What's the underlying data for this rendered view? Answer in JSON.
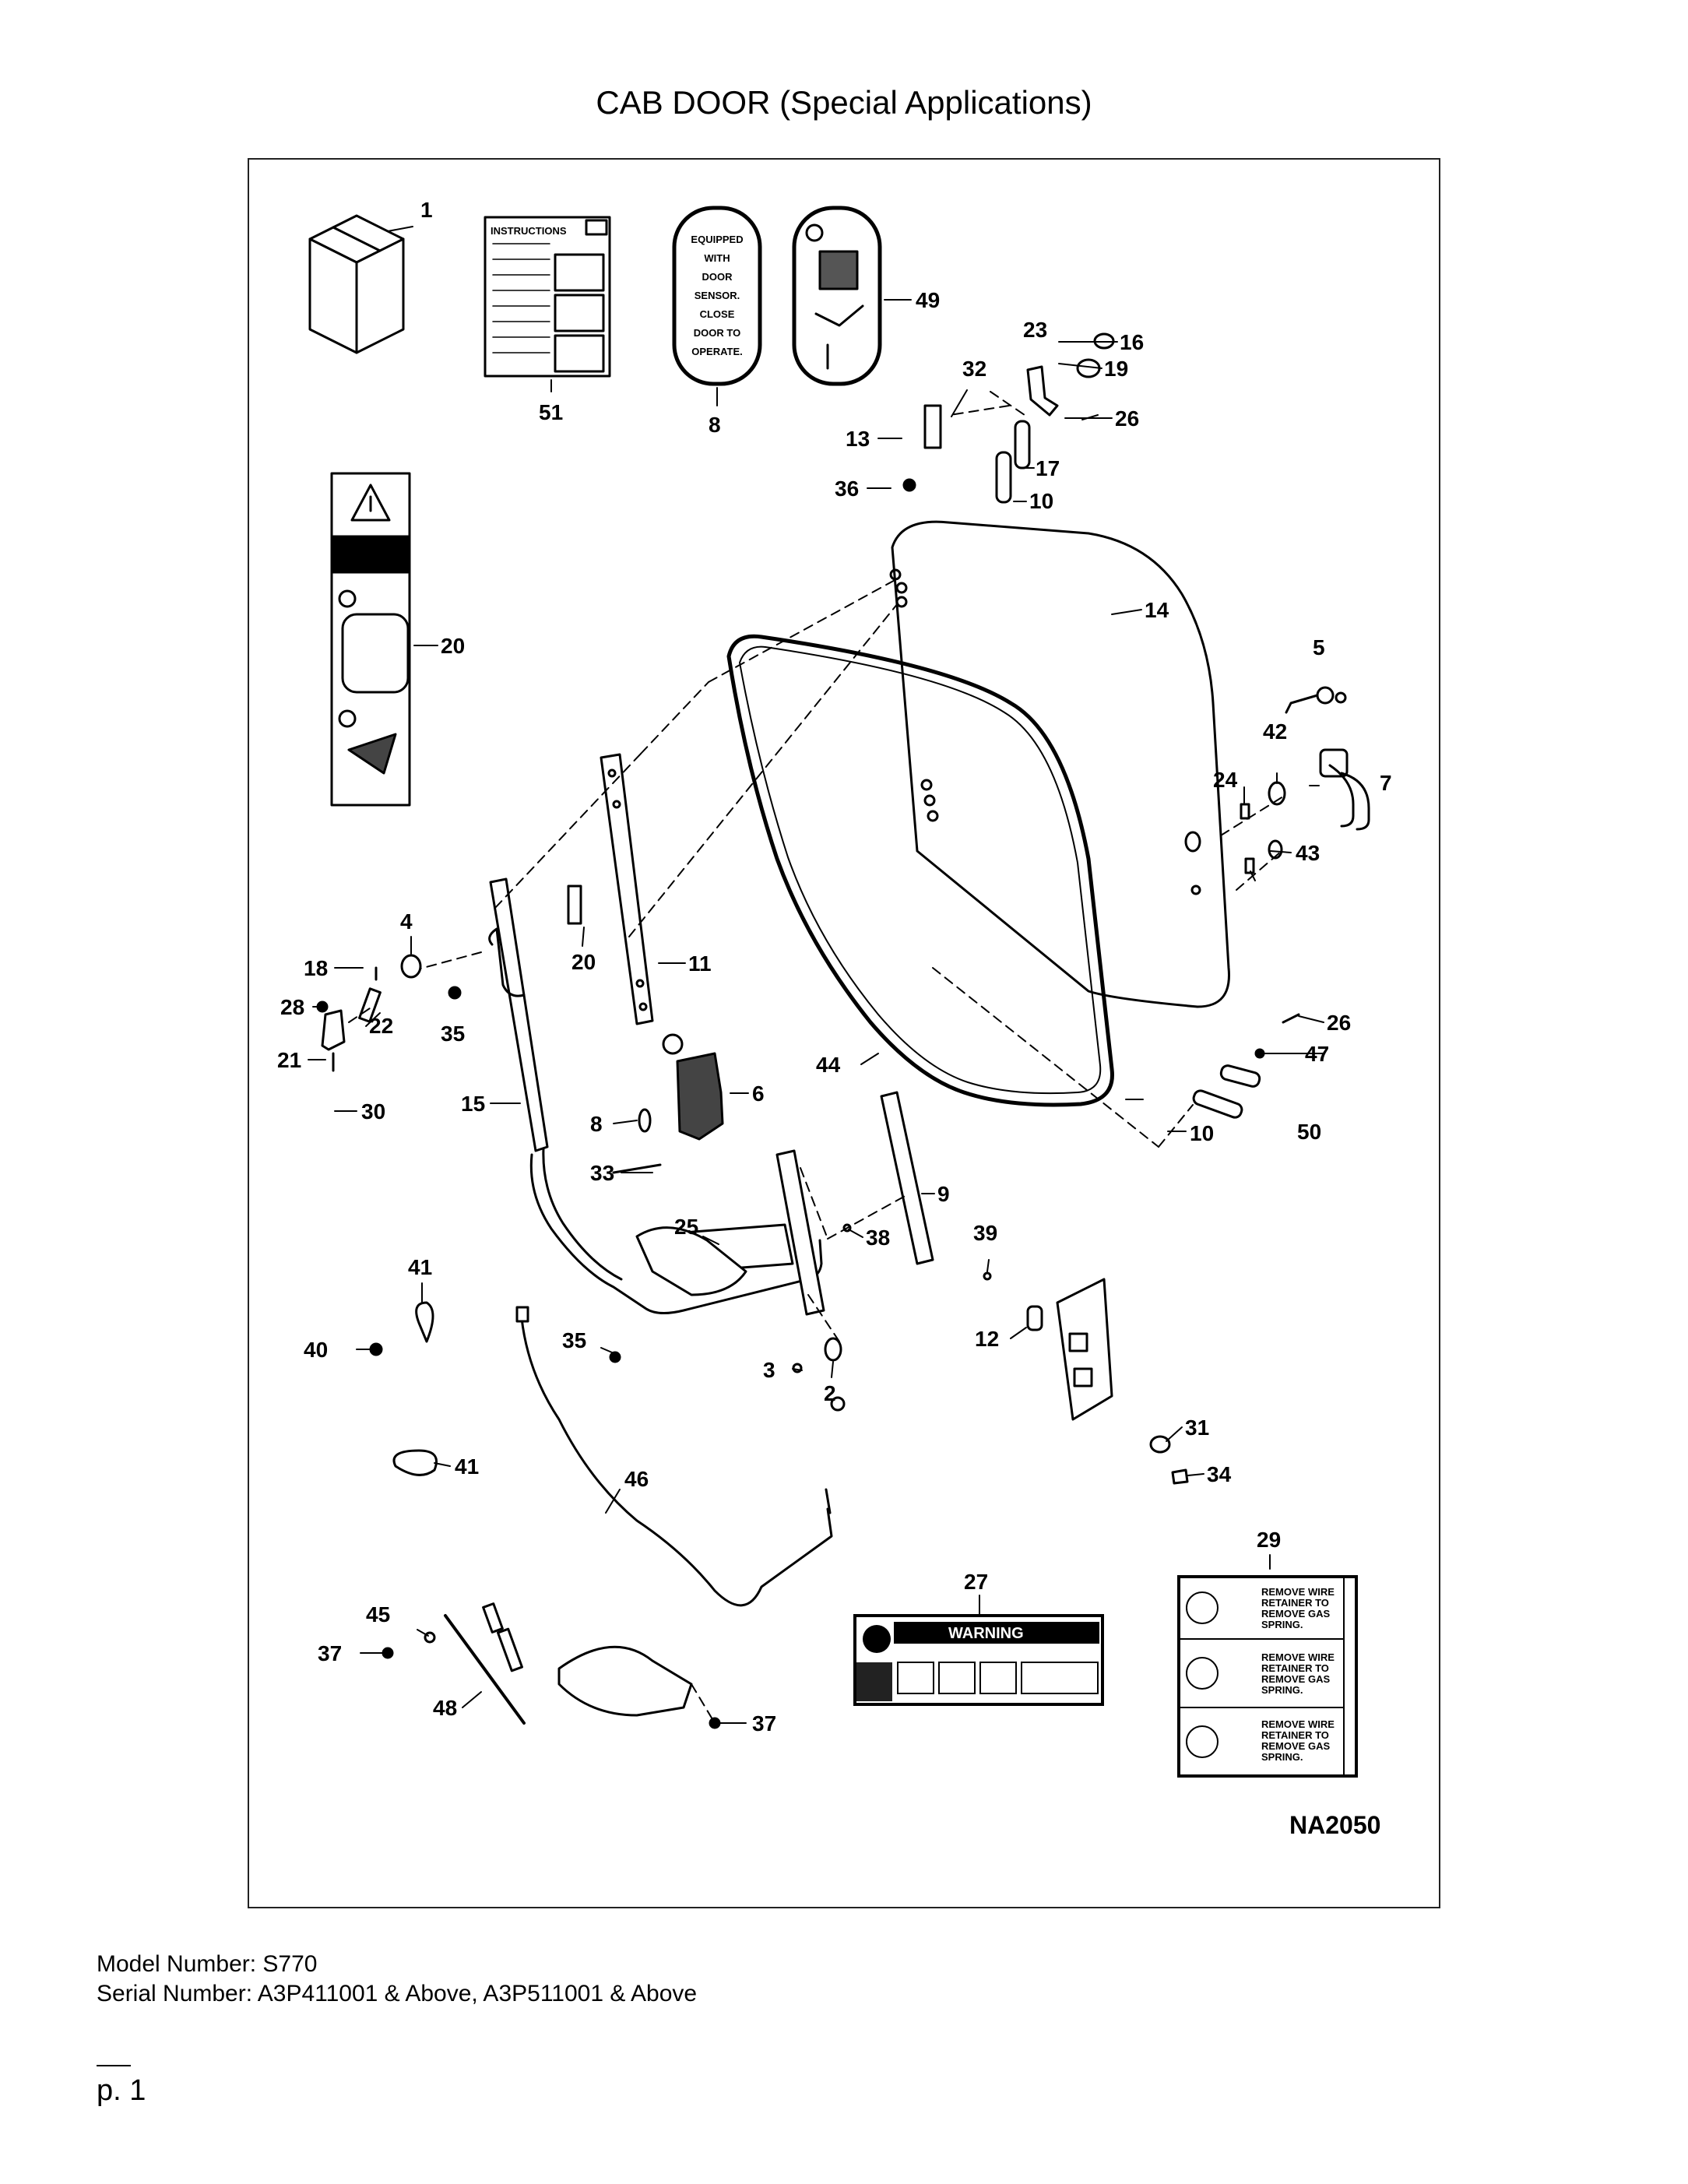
{
  "title": "CAB DOOR (Special Applications)",
  "drawing_id": "NA2050",
  "decals": {
    "instructions": "INSTRUCTIONS",
    "sensor": [
      "EQUIPPED",
      "WITH",
      "DOOR",
      "SENSOR.",
      "CLOSE",
      "DOOR TO",
      "OPERATE."
    ],
    "warning": "WARNING",
    "spring": [
      "REMOVE WIRE",
      "RETAINER TO",
      "REMOVE GAS",
      "SPRING."
    ]
  },
  "callouts": [
    "1",
    "51",
    "8",
    "49",
    "23",
    "16",
    "32",
    "19",
    "26",
    "13",
    "17",
    "36",
    "10",
    "14",
    "20",
    "5",
    "42",
    "7",
    "24",
    "43",
    "4",
    "18",
    "11",
    "28",
    "22",
    "35",
    "21",
    "20",
    "44",
    "6",
    "26",
    "47",
    "30",
    "15",
    "8",
    "50",
    "10",
    "33",
    "9",
    "25",
    "38",
    "39",
    "41",
    "35",
    "12",
    "40",
    "3",
    "2",
    "31",
    "41",
    "34",
    "46",
    "29",
    "45",
    "27",
    "37",
    "48",
    "37"
  ],
  "footer": {
    "model": "Model Number: S770",
    "serial": "Serial Number: A3P411001 & Above, A3P511001 & Above",
    "page": "p. 1"
  }
}
